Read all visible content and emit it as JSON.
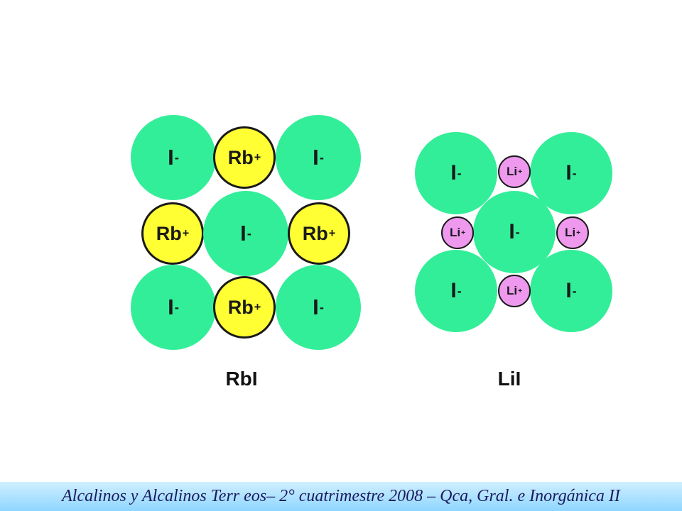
{
  "rbi": {
    "iodide_label": "I",
    "iodide_charge": "-",
    "rubidium_label": "Rb",
    "rubidium_charge": "+",
    "caption": "RbI"
  },
  "lii": {
    "iodide_label": "I",
    "iodide_charge": "-",
    "lithium_label": "Li",
    "lithium_charge": "+",
    "caption": "LiI"
  },
  "footer": {
    "text": "Alcalinos y Alcalinos Terr eos– 2° cuatrimestre 2008 – Qca, Gral. e Inorgánica II"
  },
  "colors": {
    "anion_fill": "#33ee99",
    "rubidium_fill": "#ffff33",
    "lithium_fill": "#ee99ee",
    "footer_band": "#8fd6ff"
  }
}
